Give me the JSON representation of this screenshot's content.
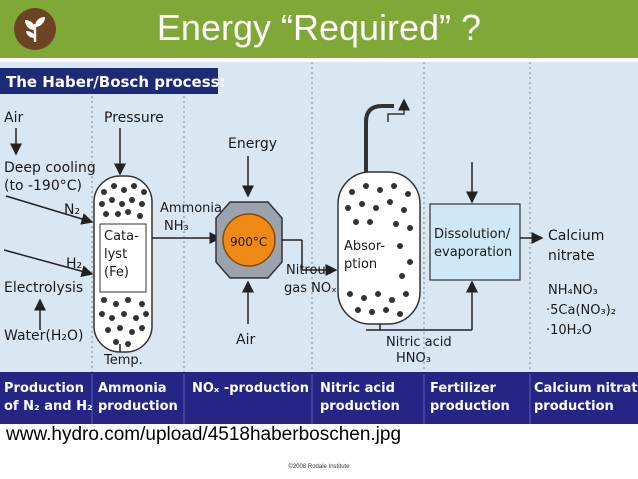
{
  "slide": {
    "title": "Energy “Required” ?",
    "caption": "www.hydro.com/upload/4518haberboschen.jpg",
    "copyright": "©2008 Rodale Institute",
    "header_color": "#7fa836"
  },
  "diagram": {
    "heading": "The Haber/Bosch process:",
    "inputs": {
      "air": "Air",
      "deep_cooling_1": "Deep cooling",
      "deep_cooling_2": "(to -190°C)",
      "n2": "N₂",
      "h2": "H₂",
      "electrolysis": "Electrolysis",
      "water": "Water(H₂O)"
    },
    "reactor": {
      "pressure": "Pressure",
      "catalyst_1": "Cata-",
      "catalyst_2": "lyst",
      "catalyst_3": "(Fe)",
      "temp": "Temp."
    },
    "ammonia": {
      "label_1": "Ammonia",
      "label_2": "NH₃"
    },
    "oxidizer": {
      "energy": "Energy",
      "temp": "900°C",
      "air": "Air"
    },
    "nitrous": {
      "label_1": "Nitrous",
      "label_2": "gas NOₓ"
    },
    "absorber": {
      "label_1": "Absor-",
      "label_2": "ption"
    },
    "nitric": {
      "label_1": "Nitric acid",
      "label_2": "HNO₃"
    },
    "dissolution": {
      "label_1": "Dissolution/",
      "label_2": "evaporation"
    },
    "product": {
      "label_1": "Calcium",
      "label_2": "nitrate",
      "formula_1": "NH₄NO₃",
      "formula_2": "·5Ca(NO₃)₂",
      "formula_3": "·10H₂O"
    },
    "stages": [
      {
        "line_1": "Production",
        "line_2": "of N₂ and H₂"
      },
      {
        "line_1": "Ammonia",
        "line_2": "production"
      },
      {
        "line_1": "NOₓ -production",
        "line_2": ""
      },
      {
        "line_1": "Nitric acid",
        "line_2": "production"
      },
      {
        "line_1": "Fertilizer",
        "line_2": "production"
      },
      {
        "line_1": "Calcium nitrate",
        "line_2": "production"
      }
    ],
    "colors": {
      "background": "#d9e7f3",
      "footer": "#242585",
      "heading_bg": "#1d2a78",
      "orange": "#f08a16",
      "box": "#cfe8f7"
    }
  }
}
